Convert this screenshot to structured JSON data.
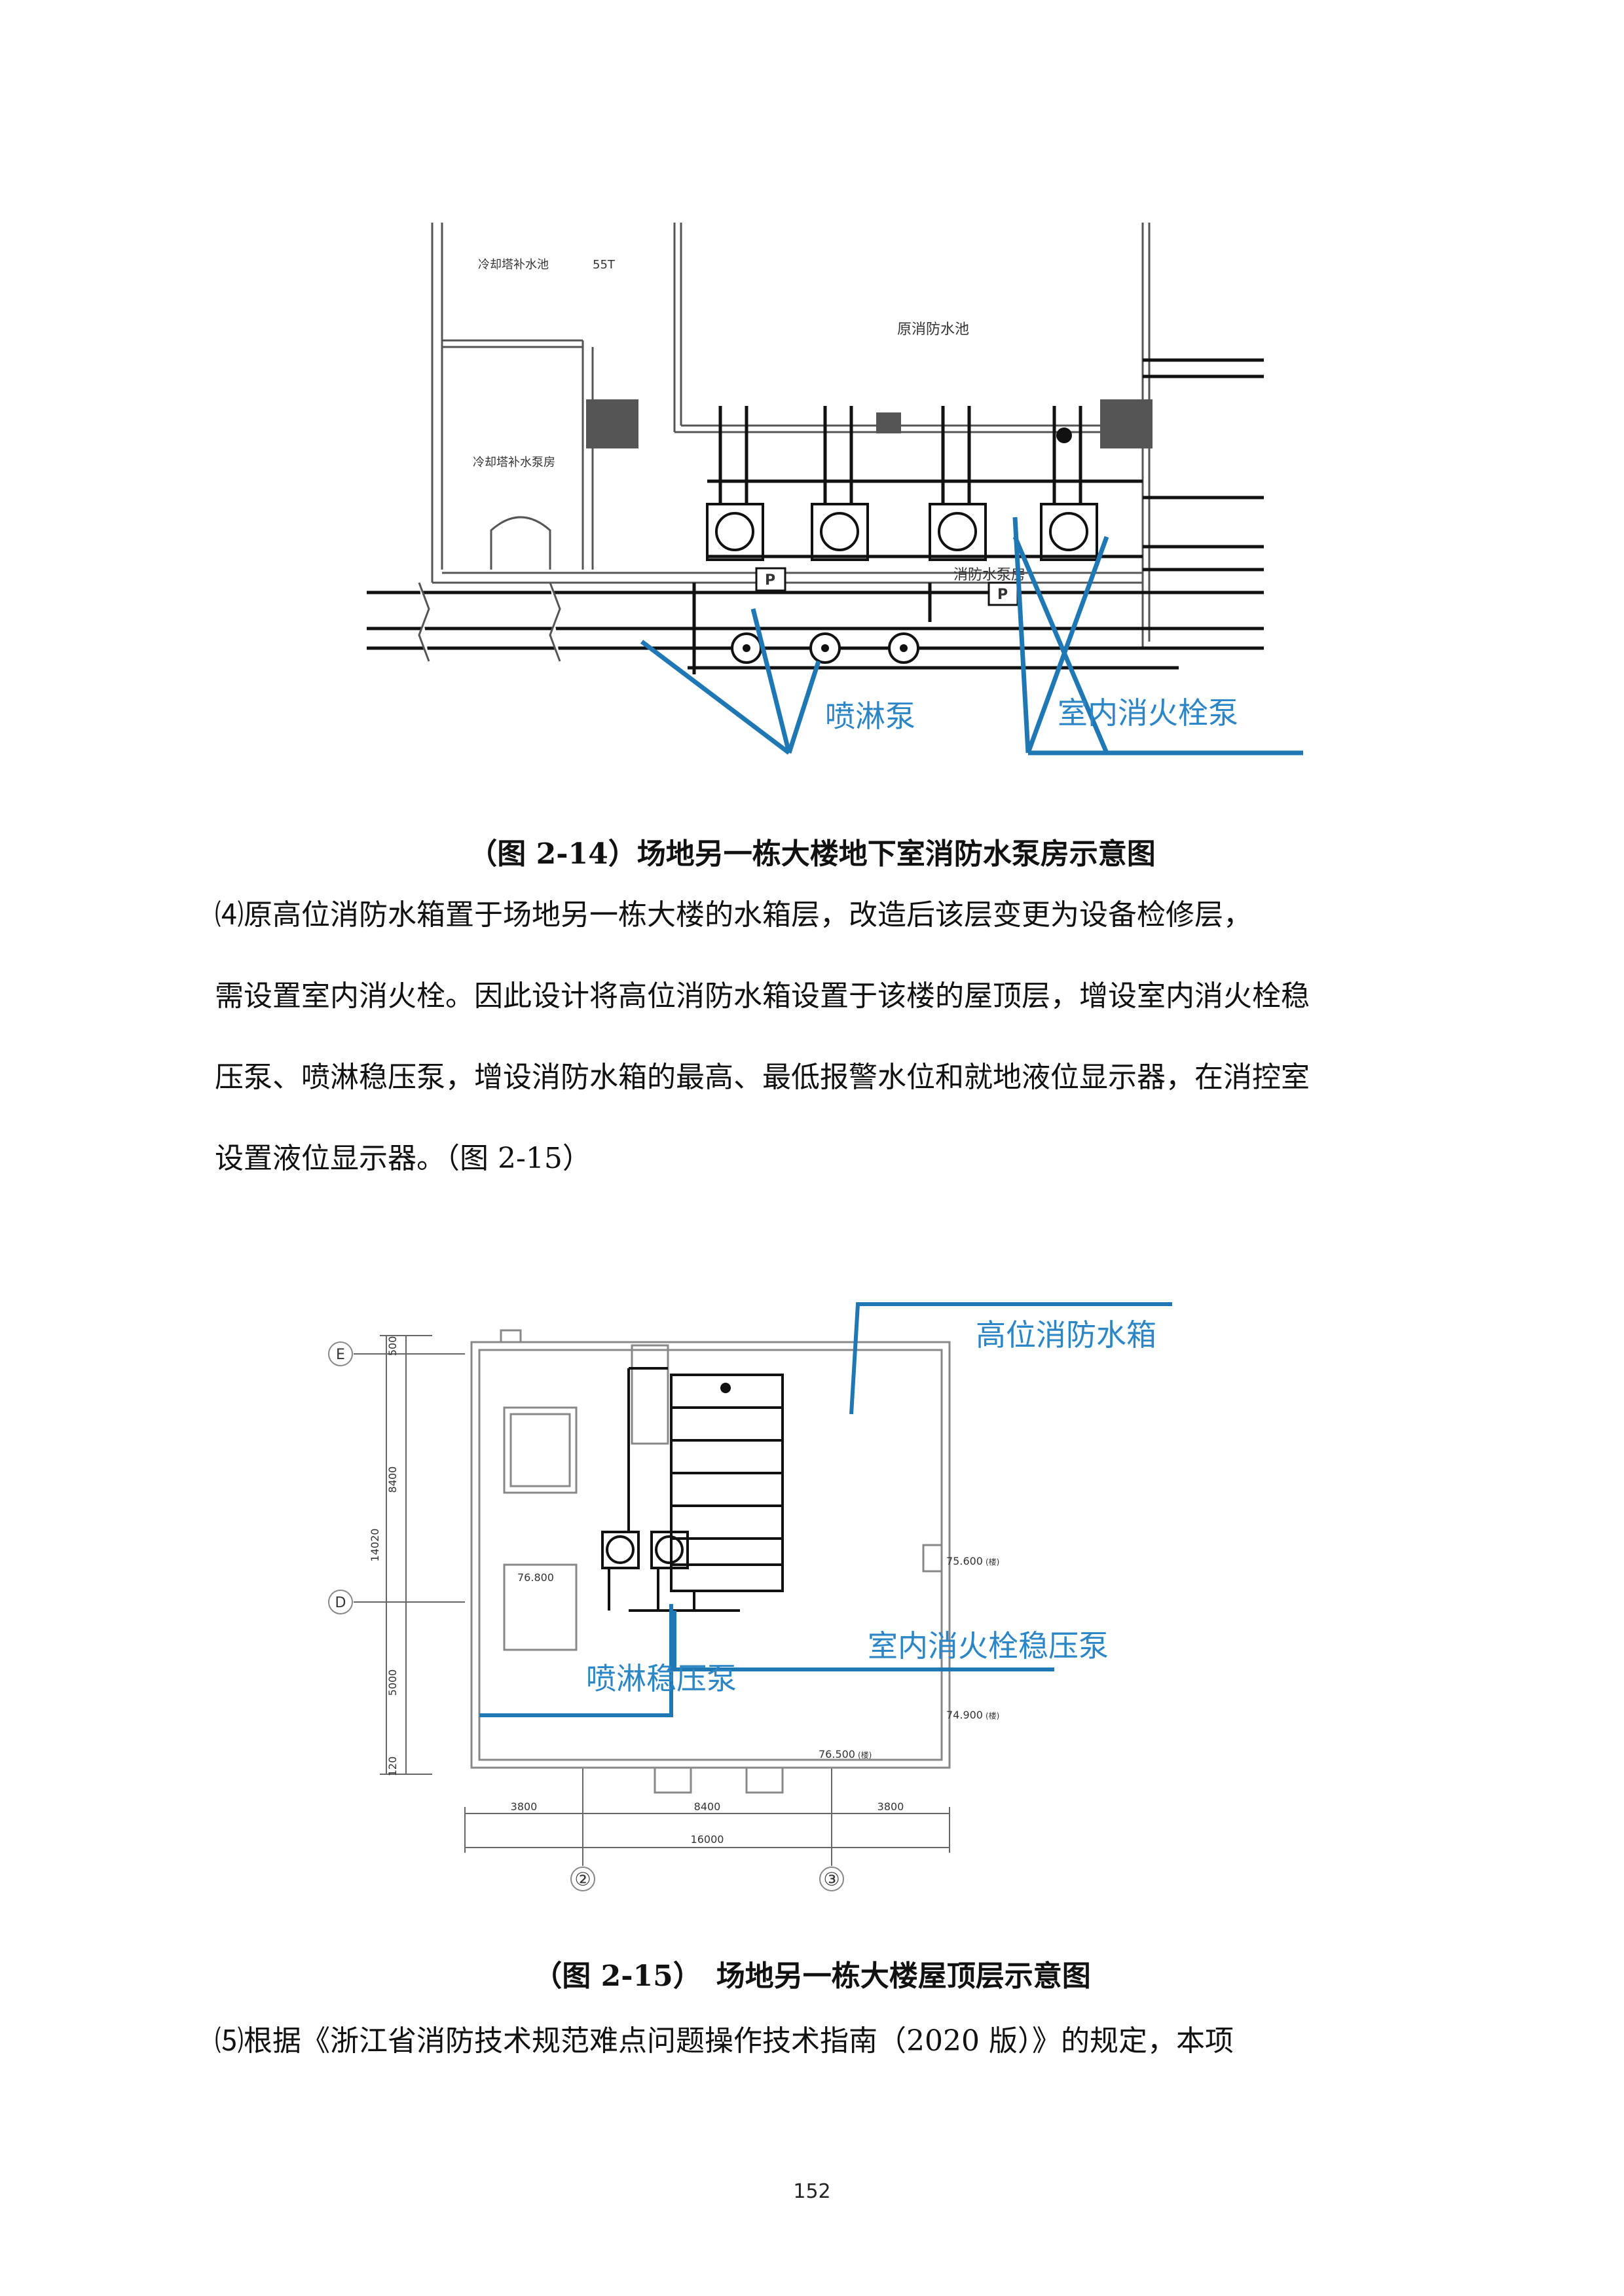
{
  "figure1": {
    "labels": {
      "cooling_tank": "冷却塔补水池",
      "cooling_tank_cap": "55T",
      "cooling_pump_room": "冷却塔补水泵房",
      "fire_pool": "原消防水池",
      "pump_room": "消防水泵房",
      "p_symbol": "P"
    },
    "callouts": {
      "sprinkler": "喷淋泵",
      "hydrant": "室内消火栓泵"
    },
    "caption": "（图 2-14）场地另一栋大楼地下室消防水泵房示意图"
  },
  "paragraph4": {
    "lines": [
      "⑷原高位消防水箱置于场地另一栋大楼的水箱层，改造后该层变更为设备检修层，",
      "需设置室内消火栓。因此设计将高位消防水箱设置于该楼的屋顶层，增设室内消火栓稳",
      "压泵、喷淋稳压泵，增设消防水箱的最高、最低报警水位和就地液位显示器，在消控室",
      "设置液位显示器。（图 2-15）"
    ]
  },
  "figure2": {
    "axis": {
      "E": "E",
      "D": "D",
      "two": "②",
      "three": "③"
    },
    "dims": {
      "v1": "500",
      "v2": "8400",
      "v3": "14020",
      "v4": "5000",
      "v5": "120",
      "h1": "3800",
      "h2": "8400",
      "h3": "3800",
      "h4": "16000"
    },
    "levels": {
      "l1": "76.800",
      "l2": "75.600",
      "l2_note": "(楼)",
      "l3": "74.900",
      "l3_note": "(楼)",
      "l4": "76.500",
      "l4_note": "(楼)"
    },
    "callouts": {
      "tank": "高位消防水箱",
      "hydrant": "室内消火栓稳压泵",
      "sprinkler": "喷淋稳压泵"
    },
    "caption": "（图 2-15）　场地另一栋大楼屋顶层示意图"
  },
  "paragraph5": {
    "lines": [
      "⑸根据《浙江省消防技术规范难点问题操作技术指南（2020 版）》的规定，本项"
    ]
  },
  "page_number": "152",
  "colors": {
    "callout": "#2c86c6",
    "drawing": "#111111"
  }
}
